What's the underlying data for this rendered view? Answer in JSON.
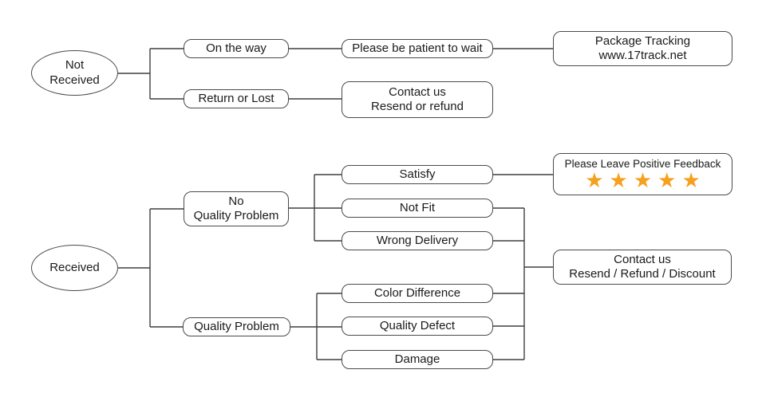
{
  "colors": {
    "background": "#ffffff",
    "line": "#3f3f3f",
    "node_border": "#4a4a4a",
    "text": "#1a1a1a",
    "star": "#f6a01e"
  },
  "nodes": {
    "not_received": {
      "label": "Not\nReceived"
    },
    "on_the_way": {
      "label": "On the way"
    },
    "please_wait": {
      "label": "Please be patient to wait"
    },
    "package_tracking": {
      "label": "Package Tracking\nwww.17track.net"
    },
    "return_or_lost": {
      "label": "Return or Lost"
    },
    "contact_resend_refund": {
      "label": "Contact us\nResend or refund"
    },
    "received": {
      "label": "Received"
    },
    "no_quality_problem": {
      "label": "No\nQuality Problem"
    },
    "satisfy": {
      "label": "Satisfy"
    },
    "not_fit": {
      "label": "Not Fit"
    },
    "wrong_delivery": {
      "label": "Wrong Delivery"
    },
    "positive_feedback": {
      "label": "Please Leave Positive Feedback",
      "stars": "★★★★★",
      "star_count": 5
    },
    "quality_problem": {
      "label": "Quality Problem"
    },
    "color_difference": {
      "label": "Color Difference"
    },
    "quality_defect": {
      "label": "Quality Defect"
    },
    "damage": {
      "label": "Damage"
    },
    "contact_resend_refund_discount": {
      "label": "Contact us\nResend / Refund / Discount"
    }
  },
  "edges": [
    {
      "from": "not_received",
      "to": "on_the_way"
    },
    {
      "from": "not_received",
      "to": "return_or_lost"
    },
    {
      "from": "on_the_way",
      "to": "please_wait"
    },
    {
      "from": "please_wait",
      "to": "package_tracking"
    },
    {
      "from": "return_or_lost",
      "to": "contact_resend_refund"
    },
    {
      "from": "received",
      "to": "no_quality_problem"
    },
    {
      "from": "received",
      "to": "quality_problem"
    },
    {
      "from": "no_quality_problem",
      "to": "satisfy"
    },
    {
      "from": "no_quality_problem",
      "to": "not_fit"
    },
    {
      "from": "no_quality_problem",
      "to": "wrong_delivery"
    },
    {
      "from": "satisfy",
      "to": "positive_feedback"
    },
    {
      "from": "not_fit",
      "to": "contact_resend_refund_discount"
    },
    {
      "from": "wrong_delivery",
      "to": "contact_resend_refund_discount"
    },
    {
      "from": "quality_problem",
      "to": "color_difference"
    },
    {
      "from": "quality_problem",
      "to": "quality_defect"
    },
    {
      "from": "quality_problem",
      "to": "damage"
    },
    {
      "from": "color_difference",
      "to": "contact_resend_refund_discount"
    },
    {
      "from": "quality_defect",
      "to": "contact_resend_refund_discount"
    },
    {
      "from": "damage",
      "to": "contact_resend_refund_discount"
    }
  ]
}
